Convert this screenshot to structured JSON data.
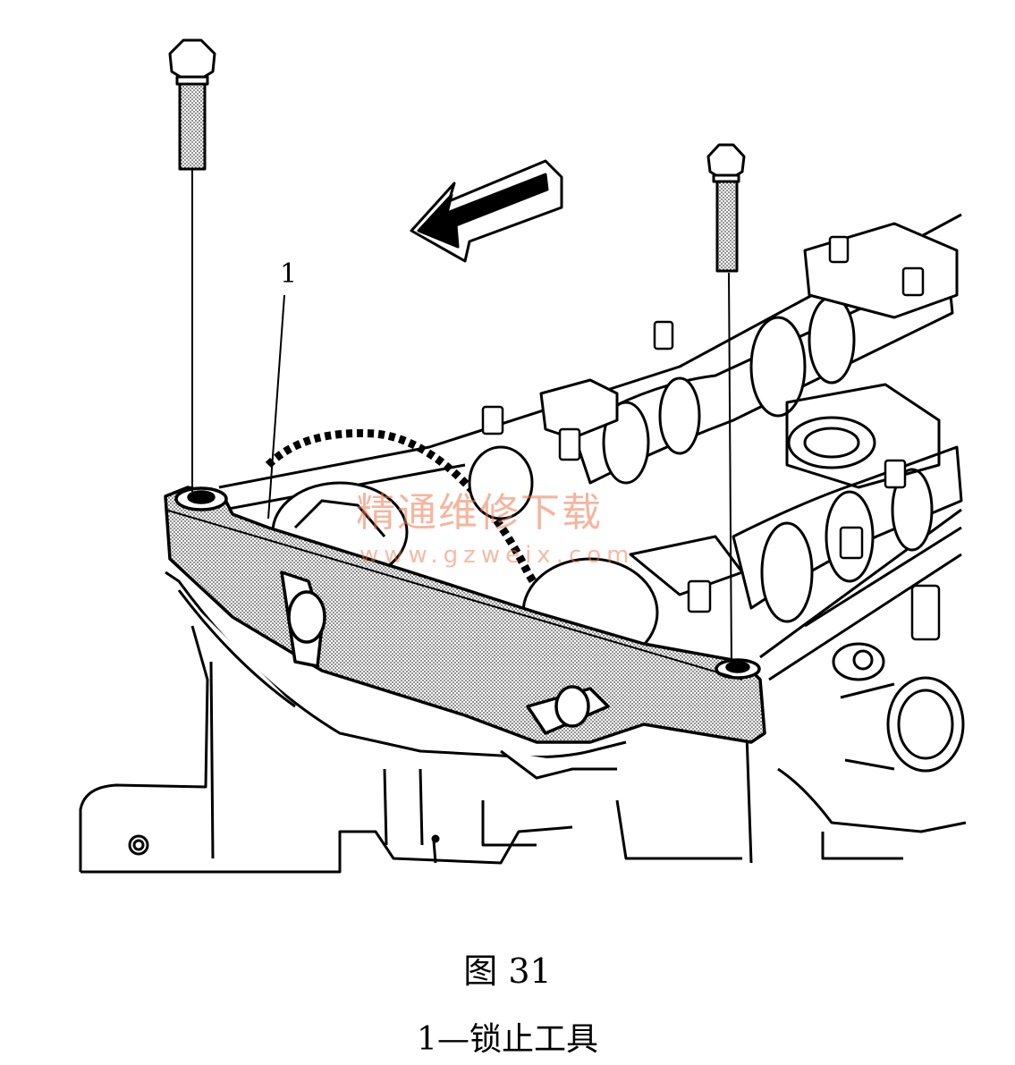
{
  "figure": {
    "callout_label": "1",
    "title": "图 31",
    "caption": "1—锁止工具"
  },
  "watermark": {
    "text": "精通维修下载",
    "url": "www.gzweix.com",
    "color": "#ec7850"
  },
  "colors": {
    "ink": "#000000",
    "tool_fill": "#a8a8a8",
    "background": "#ffffff"
  }
}
